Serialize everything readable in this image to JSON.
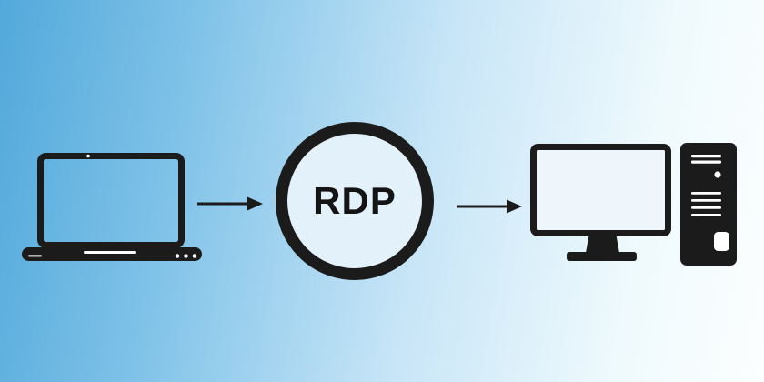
{
  "diagram": {
    "type": "flow",
    "description_from_pixels": "laptop -> RDP -> desktop computer",
    "protocol_label": "RDP",
    "nodes": [
      {
        "id": "client-laptop",
        "icon": "laptop-icon",
        "label": ""
      },
      {
        "id": "rdp-protocol",
        "icon": "rdp-circle-badge",
        "label": "RDP"
      },
      {
        "id": "remote-desktop-computer",
        "icon": "desktop-computer-icon",
        "label": ""
      }
    ],
    "arrows": [
      {
        "from": "client-laptop",
        "to": "rdp-protocol",
        "direction": "right",
        "icon": "arrow-right-icon"
      },
      {
        "from": "rdp-protocol",
        "to": "remote-desktop-computer",
        "direction": "right",
        "icon": "arrow-right-icon"
      }
    ]
  },
  "colors": {
    "background_gradient_start": "#52a9db",
    "background_gradient_mid": "#c7e5f7",
    "background_gradient_end": "#fcfeff",
    "icon_black": "#1b1b1b",
    "circle_fill": "#e3f1fa",
    "monitor_screen_fill": "#eef6fb",
    "detail_white": "#ffffff"
  }
}
